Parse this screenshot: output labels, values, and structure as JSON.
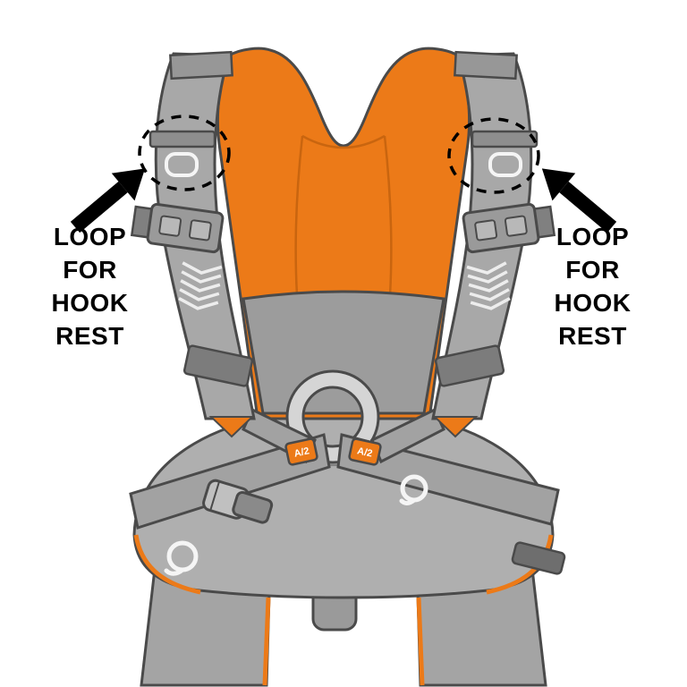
{
  "annotations": {
    "left_label": {
      "lines": [
        "LOOP",
        "FOR",
        "HOOK",
        "REST"
      ]
    },
    "right_label": {
      "lines": [
        "LOOP",
        "FOR",
        "HOOK",
        "REST"
      ]
    }
  },
  "harness": {
    "attachment_tag": "A/2"
  },
  "colors": {
    "orange": "#EC7A18",
    "orange_seam": "#C9650F",
    "strap_gray": "#A8A8A8",
    "panel_gray": "#9C9C9C",
    "dome_gray": "#AFAFAF",
    "hardware_gray": "#8E8E8E",
    "dark_band": "#7C7C7C",
    "outline": "#4A4A4A",
    "annotation_black": "#000000",
    "white_detail": "#F5F5F5"
  }
}
